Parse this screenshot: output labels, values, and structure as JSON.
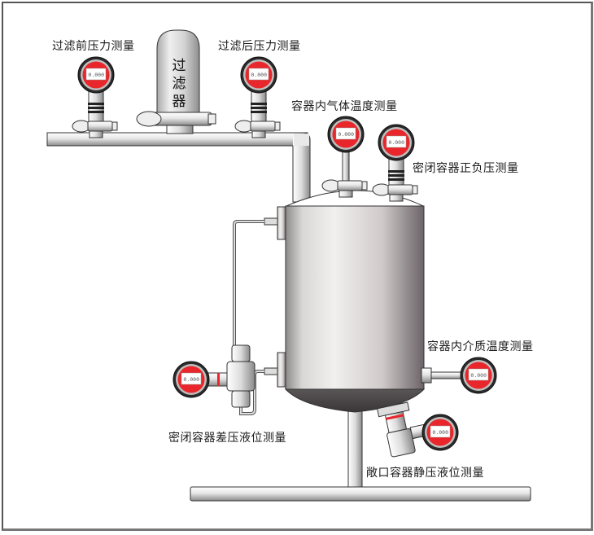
{
  "diagram": {
    "title": "",
    "filter": {
      "chars": [
        "过",
        "滤",
        "器"
      ]
    },
    "labels": {
      "pre_filter_pressure": "过滤前压力测量",
      "post_filter_pressure": "过滤后压力测量",
      "gas_temperature": "容器内气体温度测量",
      "closed_positive_negative_pressure": "密闭容器正负压测量",
      "closed_diff_pressure_level": "密闭容器差压液位测量",
      "medium_temperature": "容器内介质温度测量",
      "open_static_pressure_level": "敞口容器静压液位测量"
    },
    "gauges": [
      {
        "id": "pre-filter",
        "reading": "0.000"
      },
      {
        "id": "post-filter",
        "reading": "0.000"
      },
      {
        "id": "gas-temp",
        "reading": "0.000"
      },
      {
        "id": "positive-negative",
        "reading": "0.000"
      },
      {
        "id": "diff-level",
        "reading": "0.000"
      },
      {
        "id": "medium-temp",
        "reading": "0.000"
      },
      {
        "id": "static-level",
        "reading": "0.000"
      }
    ],
    "colors": {
      "gauge_red": "#e8262b",
      "steel_light": "#f0efee",
      "steel_dark": "#6e666a",
      "tank_bottom": "#4a4648",
      "outline": "#333333"
    }
  }
}
